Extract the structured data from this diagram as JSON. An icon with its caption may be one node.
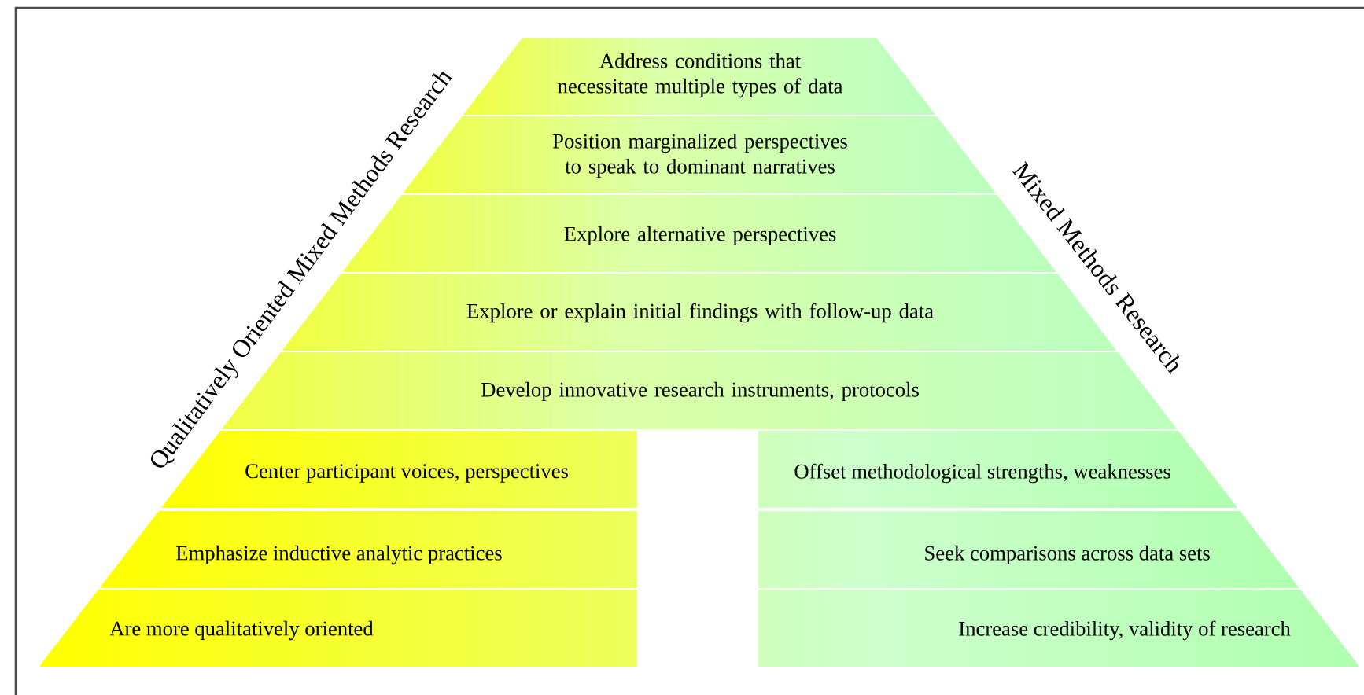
{
  "diagram": {
    "nodes": [
      {
        "text": [
          "Address conditions that necessitate multiple types of data"
        ]
      },
      {
        "text": [
          "Position marginalized perspectives to speak to dominant narratives"
        ]
      },
      {
        "text": [
          "Explore alternative perspectives"
        ]
      },
      {
        "text": [
          "Explore or explain initial findings with follow-up data"
        ]
      },
      {
        "text": [
          "Develop innovative research instruments, protocols"
        ]
      },
      {
        "text": [
          "Center participant voices, perspectives"
        ]
      },
      {
        "text": [
          "Offset methodological strengths, weaknesses"
        ]
      },
      {
        "text": [
          "Emphasize inductive analytic practices"
        ]
      },
      {
        "text": [
          "Seek comparisons across data sets"
        ]
      },
      {
        "text": [
          "Are more qualitatively oriented"
        ]
      },
      {
        "text": [
          "Increase credibility, validity of research"
        ]
      }
    ],
    "labels": [
      "Qualitatively Oriented Mixed Methods Research",
      "Mixed Methods Research"
    ]
  }
}
